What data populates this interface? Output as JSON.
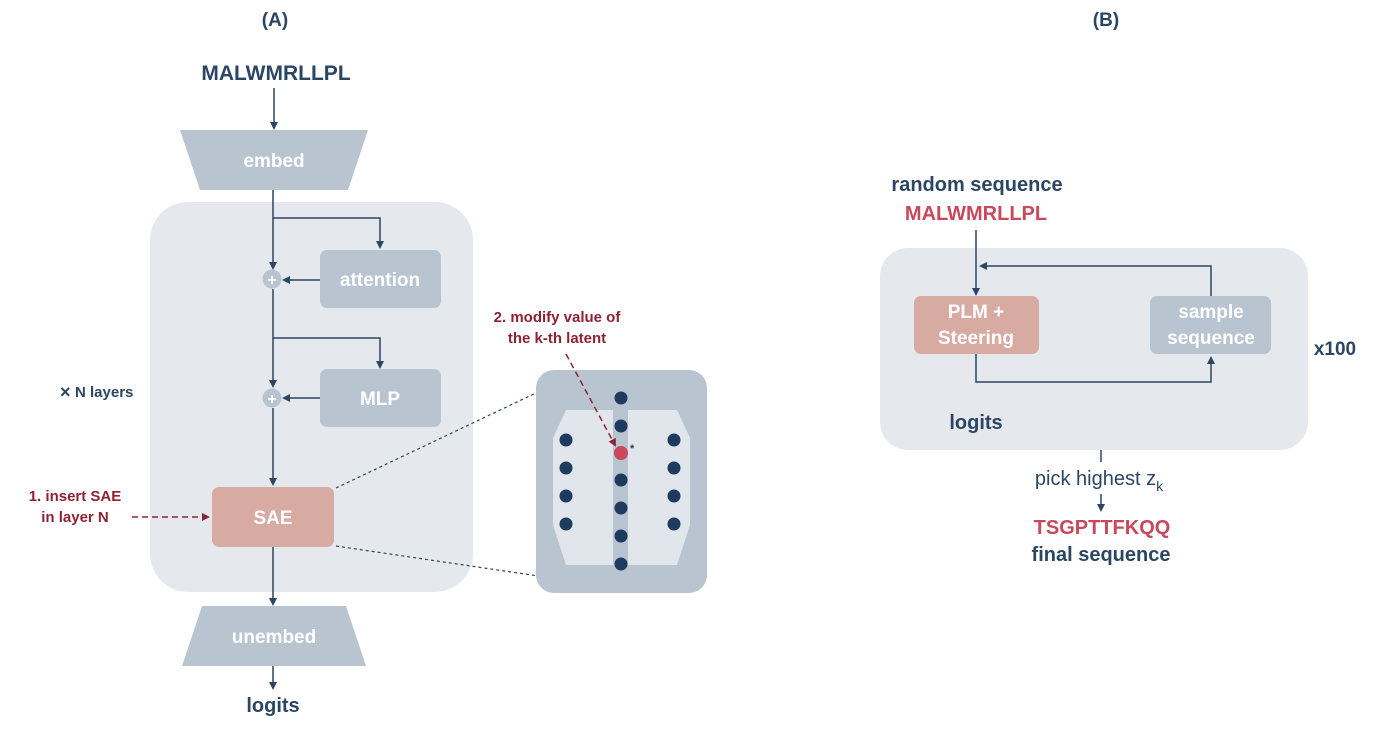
{
  "panel_a": {
    "label": "(A)",
    "input_sequence": "MALWMRLLPL",
    "embed_label": "embed",
    "attention_label": "attention",
    "mlp_label": "MLP",
    "layers_label": "N layers",
    "layers_prefix": "×",
    "sae_label": "SAE",
    "insert_note": [
      "1. insert SAE",
      "in layer N"
    ],
    "modify_note": [
      "2. modify value of",
      "the k-th latent"
    ],
    "star": "*",
    "unembed_label": "unembed",
    "output_label": "logits"
  },
  "panel_b": {
    "label": "(B)",
    "random_label": "random sequence",
    "random_sequence": "MALWMRLLPL",
    "plm_label": [
      "PLM +",
      "Steering"
    ],
    "sample_label": [
      "sample",
      "sequence"
    ],
    "repeat_label": "x100",
    "logits_label": "logits",
    "pick_label": "pick highest z",
    "pick_subscript": "k",
    "final_sequence": "TSGPTTFKQQ",
    "final_label": "final sequence"
  },
  "colors": {
    "navy": "#2b4663",
    "red": "#c9485b",
    "dark_red": "#8e2233",
    "gray_box": "#b8c5d1",
    "light_bg": "#e5e9ee",
    "sae_fill": "#d7aaa2",
    "dot": "#1e3a5f"
  }
}
